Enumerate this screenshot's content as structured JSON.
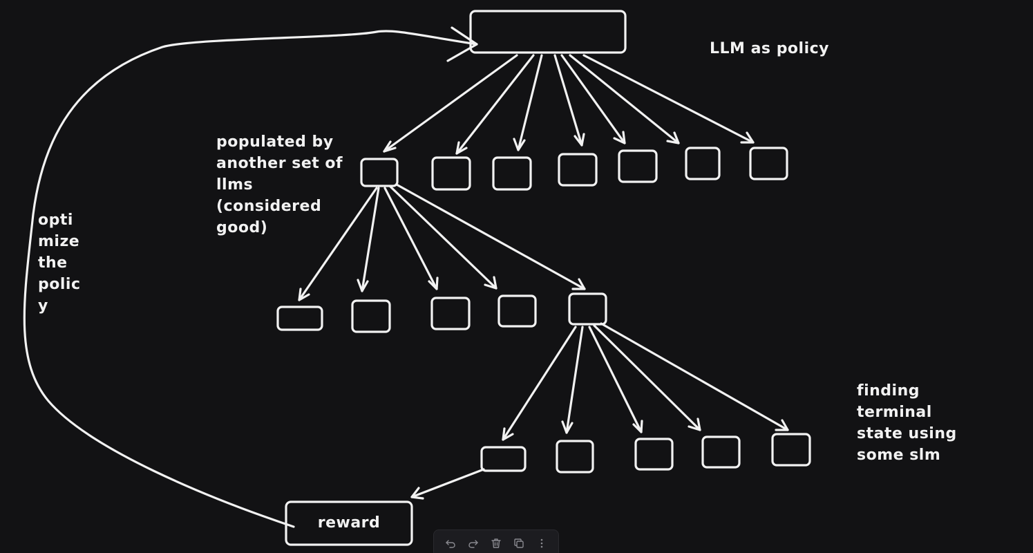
{
  "diagram": {
    "labels": {
      "llm_policy": "LLM as policy",
      "populated": "populated by\nanother set of\nllms\n(considered\ngood)",
      "optimize": "opti\nmize\nthe\npolic\ny",
      "terminal": "finding\nterminal\nstate using\nsome slm",
      "reward": "reward"
    }
  },
  "toolbar": {
    "buttons": [
      {
        "name": "undo-icon"
      },
      {
        "name": "redo-icon"
      },
      {
        "name": "trash-icon"
      },
      {
        "name": "duplicate-icon"
      },
      {
        "name": "more-icon"
      }
    ]
  },
  "colors": {
    "background": "#121214",
    "stroke": "#f2f2f2"
  }
}
